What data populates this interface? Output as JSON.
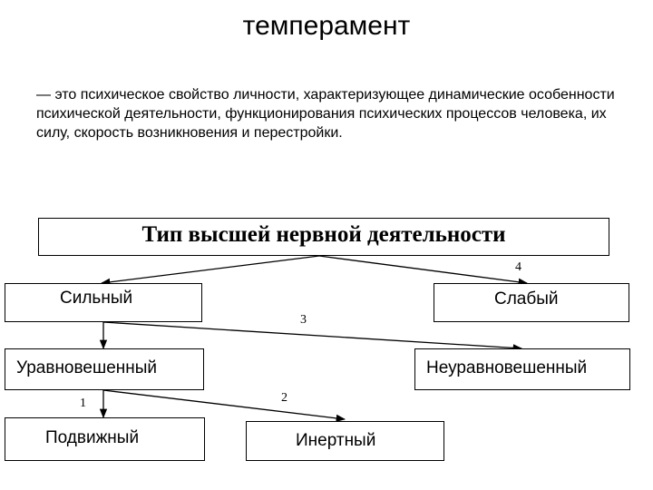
{
  "title": "темперамент",
  "definition": "— это психическое свойство личности, характеризующее динамические особенности психической деятельности, функционирования психических процессов человека, их силу, скорость возникновения и перестройки.",
  "diagram": {
    "root": "Тип высшей нервной деятельности",
    "strong": "Сильный",
    "weak": "Слабый",
    "balanced": "Уравновешенный",
    "unbalanced": "Неуравновешенный",
    "mobile": "Подвижный",
    "inert": "Инертный",
    "labels": {
      "weak": "4",
      "unbalanced": "3",
      "mobile": "1",
      "inert": "2"
    }
  }
}
